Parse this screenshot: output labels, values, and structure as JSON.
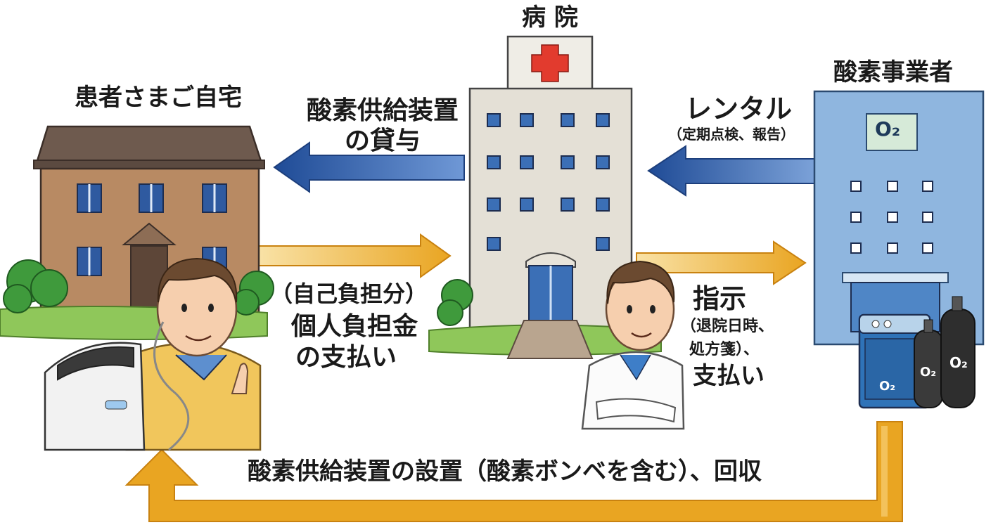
{
  "labels": {
    "home": "患者さまご自宅",
    "hospital": "病 院",
    "supplier": "酸素事業者",
    "lend_line1": "酸素供給装置",
    "lend_line2": "の貸与",
    "rental": "レンタル",
    "rental_note": "（定期点検、報告）",
    "pay_line1": "（自己負担分）",
    "pay_line2": "個人負担金",
    "pay_line3": "の支払い",
    "instr_title": "指示",
    "instr_line1": "（退院日時、",
    "instr_line2": "処方箋）、",
    "instr_line3": "支払い",
    "bottom": "酸素供給装置の設置（酸素ボンベを含む）、回収",
    "o2_sign": "O₂",
    "tank1": "O₂",
    "tank2": "O₂",
    "tank3": "O₂"
  },
  "colors": {
    "blue_arrow": "#2f5ea8",
    "orange_arrow": "#e9a522",
    "hospital_cross": "#e23b2e",
    "house_wall": "#b88a63",
    "house_roof": "#6e5a4e",
    "supplier_wall": "#8fb6df",
    "hospital_wall": "#e4e0d6",
    "grass": "#8fc75a"
  },
  "icons": {
    "doctor": "doctor-icon",
    "patient": "patient-icon",
    "concentrator": "oxygen-concentrator-icon",
    "cylinder": "oxygen-cylinder-icon"
  }
}
